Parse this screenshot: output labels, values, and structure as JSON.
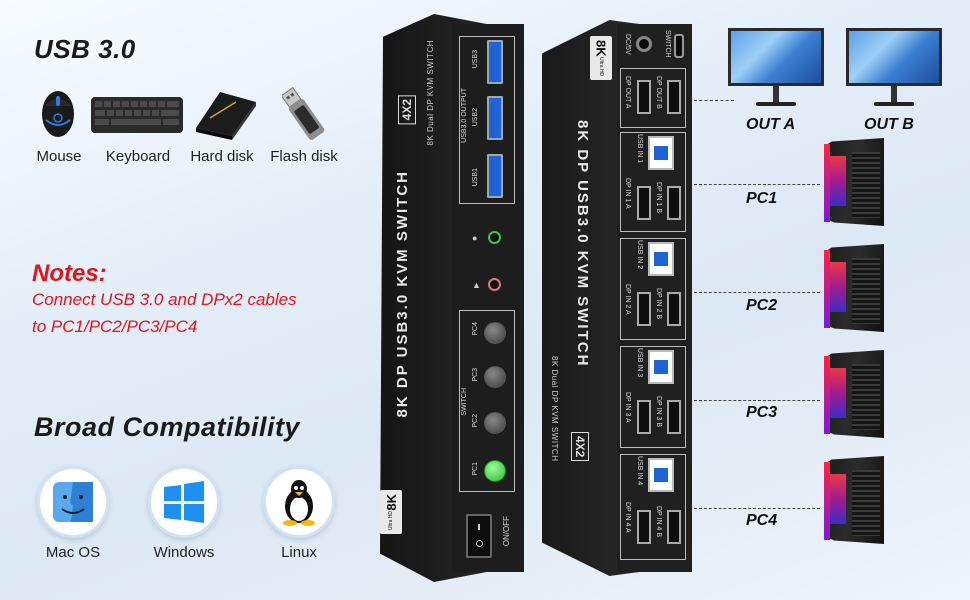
{
  "usb_section": {
    "title": "USB 3.0",
    "devices": [
      {
        "label": "Mouse",
        "icon": "mouse-icon"
      },
      {
        "label": "Keyboard",
        "icon": "keyboard-icon"
      },
      {
        "label": "Hard disk",
        "icon": "hard-disk-icon"
      },
      {
        "label": "Flash disk",
        "icon": "flash-disk-icon"
      }
    ]
  },
  "notes": {
    "title": "Notes:",
    "line1": "Connect USB 3.0 and DPx2 cables",
    "line2": "to PC1/PC2/PC3/PC4"
  },
  "compat": {
    "title": "Broad Compatibility",
    "os": [
      {
        "label": "Mac OS",
        "icon": "mac-os-icon"
      },
      {
        "label": "Windows",
        "icon": "windows-icon"
      },
      {
        "label": "Linux",
        "icon": "linux-icon"
      }
    ]
  },
  "front_panel": {
    "badge_8k": "8K",
    "badge_sub": "Ultra HD",
    "title": "8K DP USB3.0 KVM SWITCH",
    "subtitle": "8K Dual DP KVM SWITCH",
    "tag": "4X2",
    "usb_output_label": "USB3.0 OUTPUT",
    "usb_ports": [
      "USB3",
      "USB2",
      "USB1"
    ],
    "switch_label": "SWITCH",
    "pc_buttons": [
      "PC4",
      "PC3",
      "PC2",
      "PC1"
    ],
    "power_label": "ON/OFF"
  },
  "rear_panel": {
    "badge_8k": "8K",
    "badge_sub": "Ultra HD",
    "title": "8K DP USB3.0 KVM SWITCH",
    "subtitle": "8K Dual DP KVM SWITCH",
    "tag": "4X2",
    "dc_label": "DC/5V",
    "switch_label": "SWITCH",
    "out_a": "DP OUT A",
    "out_b": "DP OUT B",
    "usb_in": [
      "USB IN 1",
      "USB IN 2",
      "USB IN 3",
      "USB IN 4"
    ],
    "dp_in_a": [
      "DP IN 1 A",
      "DP IN 2 A",
      "DP IN 3 A",
      "DP IN 4 A"
    ],
    "dp_in_b": [
      "DP IN 1 B",
      "DP IN 2 B",
      "DP IN 3 B",
      "DP IN 4 B"
    ]
  },
  "outputs": {
    "out_a": "OUT A",
    "out_b": "OUT B"
  },
  "pcs": [
    "PC1",
    "PC2",
    "PC3",
    "PC4"
  ],
  "colors": {
    "accent_red": "#e0141b",
    "usb_blue": "#1f63d4",
    "led_green": "#29b829"
  }
}
